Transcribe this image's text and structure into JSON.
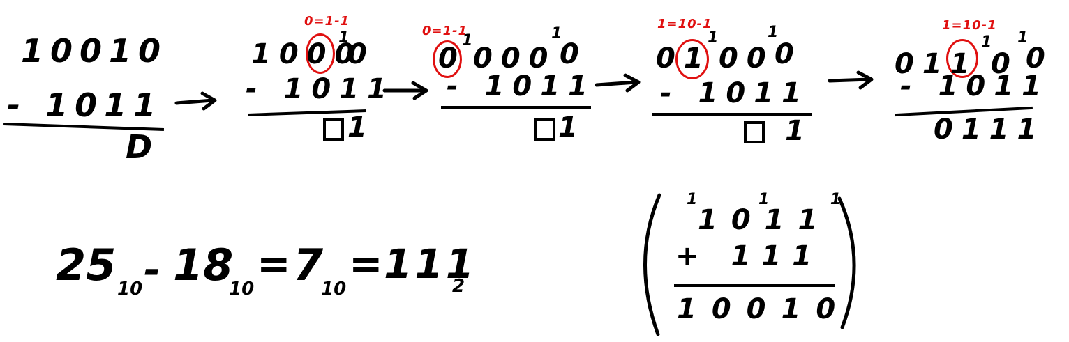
{
  "step1": {
    "top": "10010",
    "bottom": "- 1011",
    "result": "D"
  },
  "step2": {
    "note": "0=1-1",
    "top": "1000",
    "carry": "1",
    "topend": "0",
    "bottom": "- 1011",
    "result": "1"
  },
  "step3": {
    "note": "0=1-1",
    "top": "0",
    "carry1": "1",
    "mid": "000",
    "carry2": "1",
    "topend": "0",
    "bottom": "- 1011",
    "result": "1"
  },
  "step4": {
    "note": "1=10-1",
    "top": "01",
    "carry1": "1",
    "mid": "00",
    "carry2": "1",
    "topend": "0",
    "bottom": "- 1011",
    "result": "1"
  },
  "step5": {
    "note": "1=10-1",
    "top": "011",
    "carry1": "1",
    "mid": "0",
    "carry2": "1",
    "topend": "0",
    "bottom": "- 1011",
    "result": "0111"
  },
  "equation": {
    "a": "25",
    "a_base": "10",
    "minus": "-",
    "b": "18",
    "b_base": "10",
    "eq1": "=",
    "c": "7",
    "c_base": "10",
    "eq2": "=",
    "d": "111",
    "d_base": "2"
  },
  "check": {
    "carries": "1 1 1",
    "top": "1011",
    "bottom": "+ 111",
    "result": "10010"
  }
}
